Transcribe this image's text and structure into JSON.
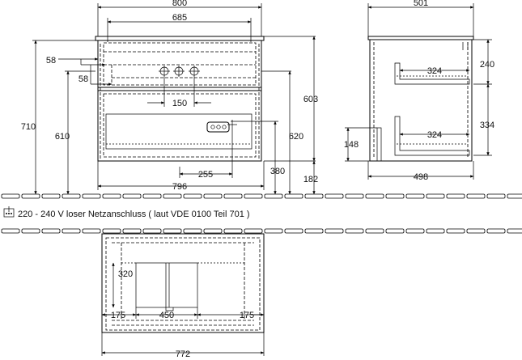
{
  "dimensions": {
    "top_width": "800",
    "inner_width": "685",
    "side_depth": "501",
    "left_58_top": "58",
    "left_58_bottom": "58",
    "height_710": "710",
    "height_610": "610",
    "pipe_spacing": "150",
    "height_603": "603",
    "height_620": "620",
    "height_380": "380",
    "height_182": "182",
    "socket_offset": "255",
    "bottom_width": "796",
    "shelf_upper": "324",
    "shelf_lower": "324",
    "side_240": "240",
    "side_334": "334",
    "side_148": "148",
    "side_base": "498",
    "plan_320": "320",
    "plan_175_left": "175",
    "plan_450": "450",
    "plan_175_right": "175",
    "plan_772": "772"
  },
  "power_note": "220 - 240 V loser Netzanschluss ( laut VDE 0100 Teil 701 )",
  "icons": {
    "power": "power-socket-icon"
  }
}
